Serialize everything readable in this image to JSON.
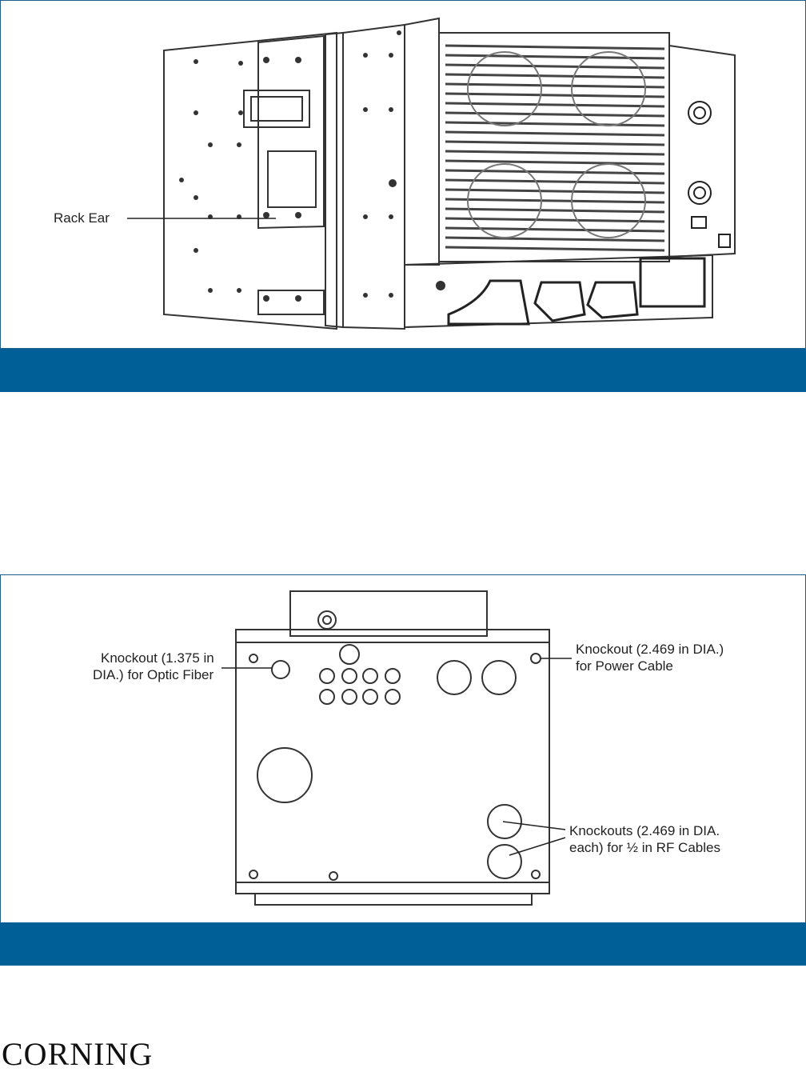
{
  "figure1": {
    "labels": {
      "rack_ear": "Rack Ear"
    }
  },
  "figure2": {
    "labels": {
      "optic_line1": "Knockout (1.375 in",
      "optic_line2": "DIA.) for Optic Fiber",
      "power_line1": "Knockout (2.469 in DIA.)",
      "power_line2": "for Power Cable",
      "rf_line1": "Knockouts (2.469 in DIA.",
      "rf_line2": "each) for ½ in RF Cables"
    }
  },
  "footer": {
    "logo_text": "CORNING"
  },
  "colors": {
    "band": "#005f96",
    "frame": "#1f5f8b",
    "line": "#333333"
  }
}
